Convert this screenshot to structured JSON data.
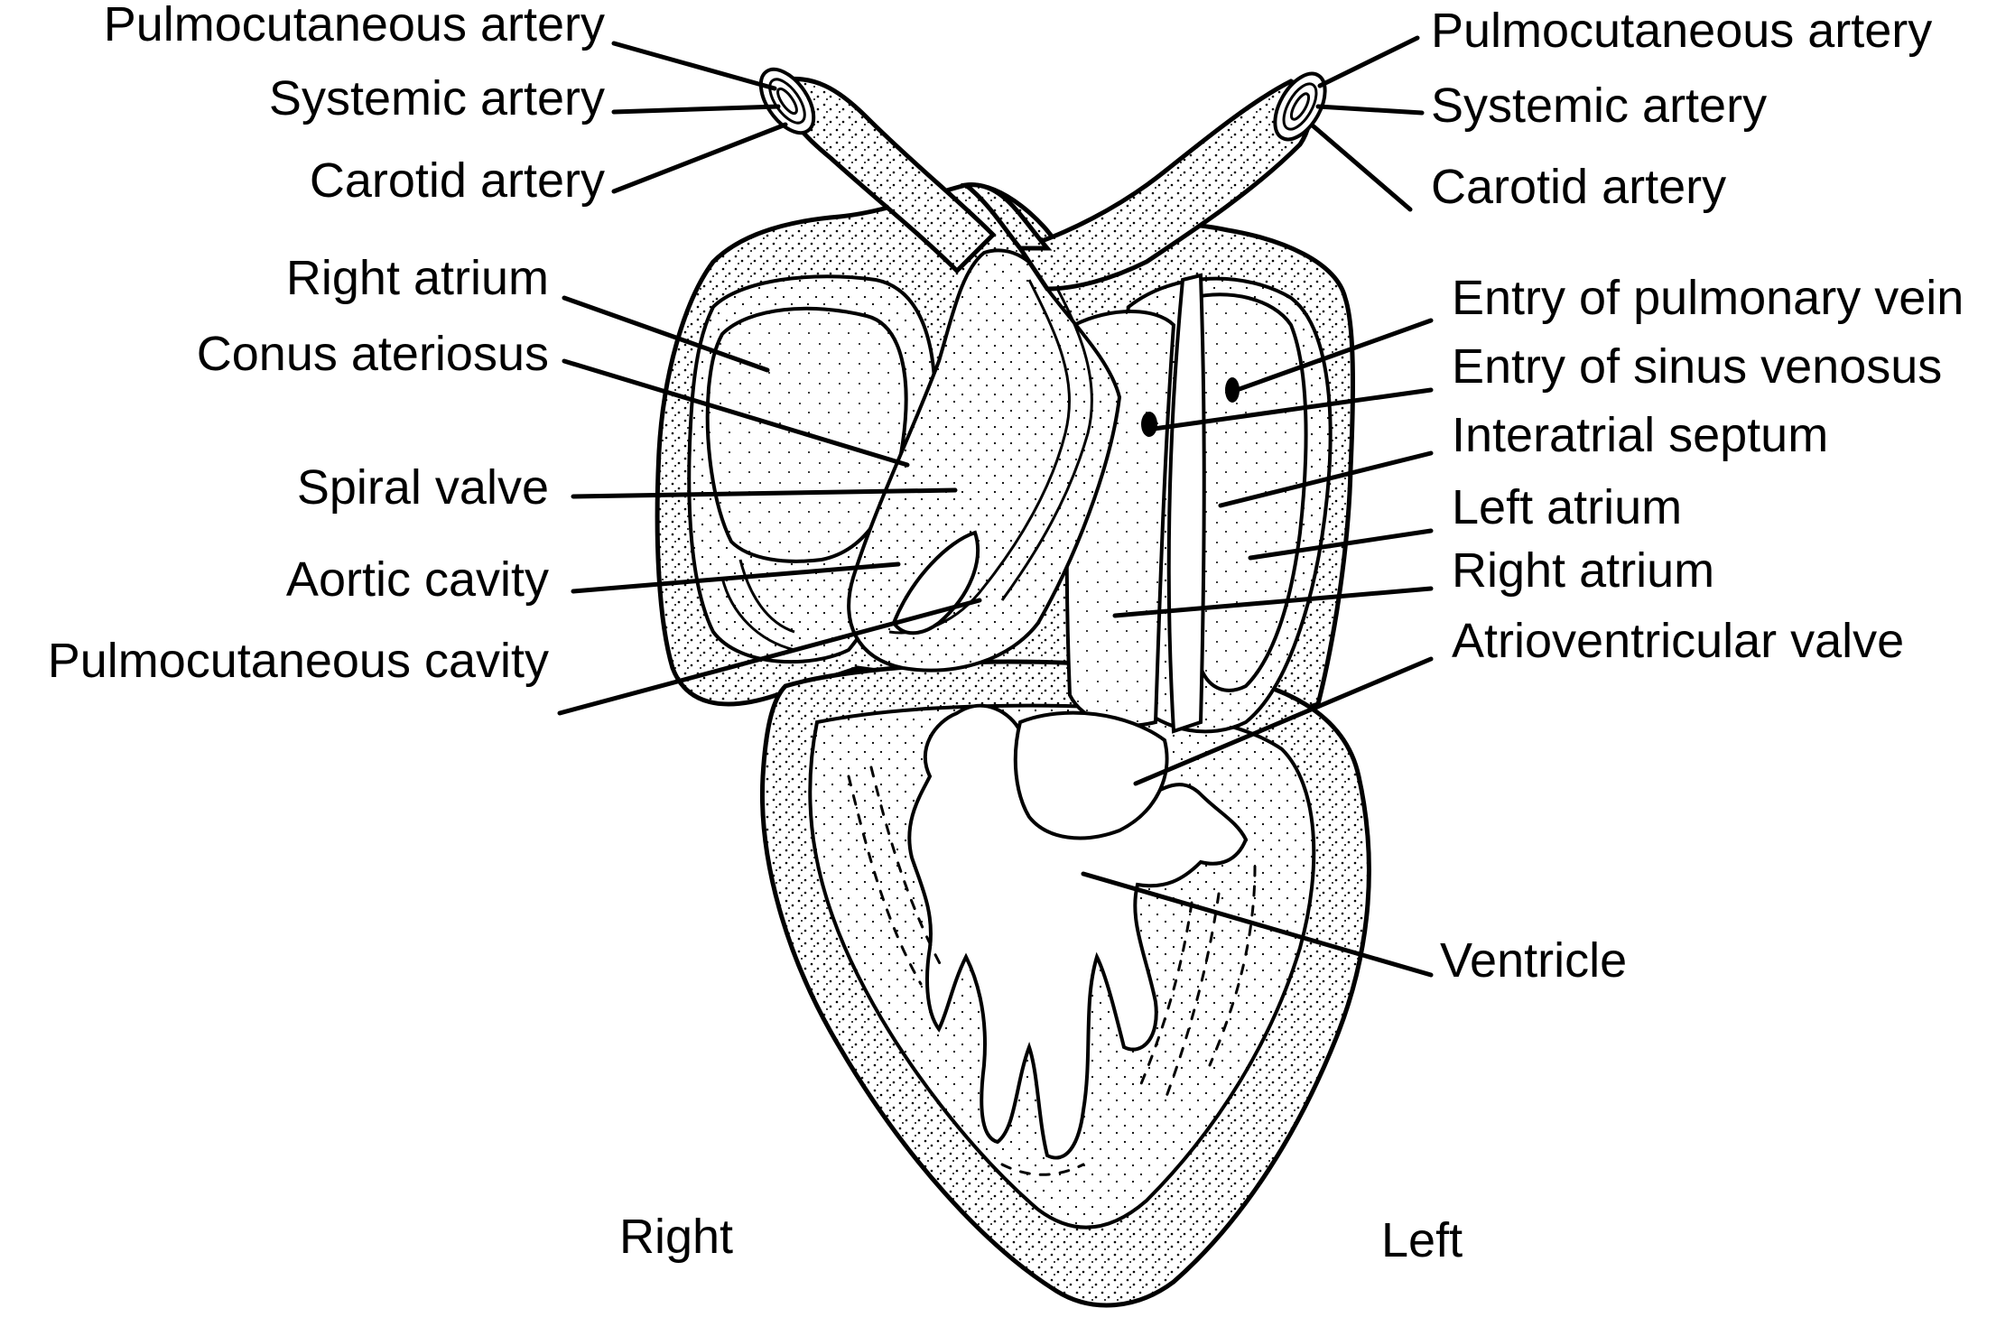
{
  "diagram": {
    "labels": {
      "left_pulmocutaneous_artery": "Pulmocutaneous artery",
      "left_systemic_artery": "Systemic artery",
      "left_carotid_artery": "Carotid artery",
      "left_right_atrium": "Right atrium",
      "conus_ateriosus": "Conus ateriosus",
      "spiral_valve": "Spiral valve",
      "aortic_cavity": "Aortic cavity",
      "pulmocutaneous_cavity": "Pulmocutaneous cavity",
      "right_pulmocutaneous_artery": "Pulmocutaneous artery",
      "right_systemic_artery": "Systemic artery",
      "right_carotid_artery": "Carotid artery",
      "entry_pulmonary_vein": "Entry of pulmonary vein",
      "entry_sinus_venosus": "Entry of sinus venosus",
      "interatrial_septum": "Interatrial septum",
      "left_atrium": "Left atrium",
      "right_right_atrium": "Right atrium",
      "atrioventricular_valve": "Atrioventricular valve",
      "ventricle": "Ventricle",
      "side_right": "Right",
      "side_left": "Left"
    },
    "colors": {
      "ink": "#000000",
      "background": "#ffffff"
    }
  }
}
